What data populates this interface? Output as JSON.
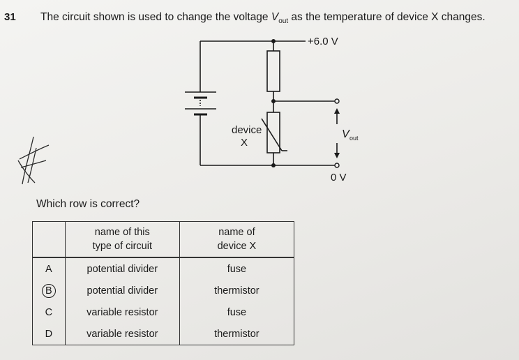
{
  "question": {
    "number": "31",
    "text_before": "The circuit shown is used to change the voltage ",
    "v_symbol": "V",
    "v_sub": "out",
    "text_after": " as the temperature of device X changes."
  },
  "circuit": {
    "supply_label": "+6.0 V",
    "ground_label": "0 V",
    "device_label_line1": "device",
    "device_label_line2": "X",
    "vout_symbol": "V",
    "vout_sub": "out"
  },
  "prompt": "Which row is correct?",
  "table": {
    "headers": {
      "col1_line1": "name of this",
      "col1_line2": "type of circuit",
      "col2_line1": "name of",
      "col2_line2": "device X"
    },
    "rows": [
      {
        "letter": "A",
        "circuit": "potential divider",
        "device": "fuse"
      },
      {
        "letter": "B",
        "circuit": "potential divider",
        "device": "thermistor"
      },
      {
        "letter": "C",
        "circuit": "variable resistor",
        "device": "fuse"
      },
      {
        "letter": "D",
        "circuit": "variable resistor",
        "device": "thermistor"
      }
    ]
  }
}
